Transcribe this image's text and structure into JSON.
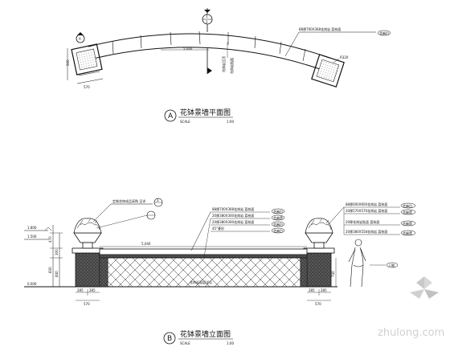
{
  "plan": {
    "title": "花钵景墙平面图",
    "scale_label": "SCALE",
    "scale_value": "1:00",
    "circle_label": "A",
    "callout_main": "88厚700X368花岗岩  荔枝面",
    "callout_main_tag": "芝麻白",
    "callout_right": "R320",
    "dim_left_1": "500",
    "dim_left_2": "570",
    "dim_arc": "5,040",
    "vert_labels": [
      "花岗岩压顶",
      "花岗岩贴面"
    ],
    "section_tag_top": "1",
    "section_tag_bottom": "2",
    "section_tag_left": "A"
  },
  "elevation": {
    "title": "花钵景墙立面图",
    "scale_label": "SCALE",
    "scale_value": "1:00",
    "circle_label": "B",
    "left_callout": "定制花钵成品采购  见详",
    "left_callout_tag": "3",
    "center_callouts": [
      {
        "text": "88厚700X368花岗岩  荔枝面",
        "tag": "芝麻白"
      },
      {
        "text": "20厚380X300花岗岩  荔枝面",
        "tag": "芝麻黑"
      },
      {
        "text": "20厚380X300花岗岩  荔枝面",
        "tag": "芝麻白"
      },
      {
        "text": "45°菱形",
        "tag": "芝麻白"
      }
    ],
    "right_callouts": [
      {
        "text": "88厚600X600花岗岩  荔枝面",
        "tag": "芝麻白"
      },
      {
        "text": "20厚570X570花岗岩  荔枝面",
        "tag": "芝麻黑"
      },
      {
        "text": "20厚花岗岩贴面  荔枝面",
        "tag": "芝麻黑"
      },
      {
        "text": "20厚380X558花岗岩  荔枝面",
        "tag": "芝麻黑"
      }
    ],
    "levels": [
      "1.800",
      "1.500",
      "0.000"
    ],
    "left_dims": [
      "470",
      "300",
      "830",
      "840"
    ],
    "span_dim": "5,040",
    "bottom_dims": [
      "285",
      "285",
      "570",
      "285",
      "285",
      "570"
    ],
    "ground_label": "花岗岩面层详见",
    "right_dim": "740",
    "figure_label": "人物"
  },
  "watermark": {
    "text": "zhulong.com"
  }
}
